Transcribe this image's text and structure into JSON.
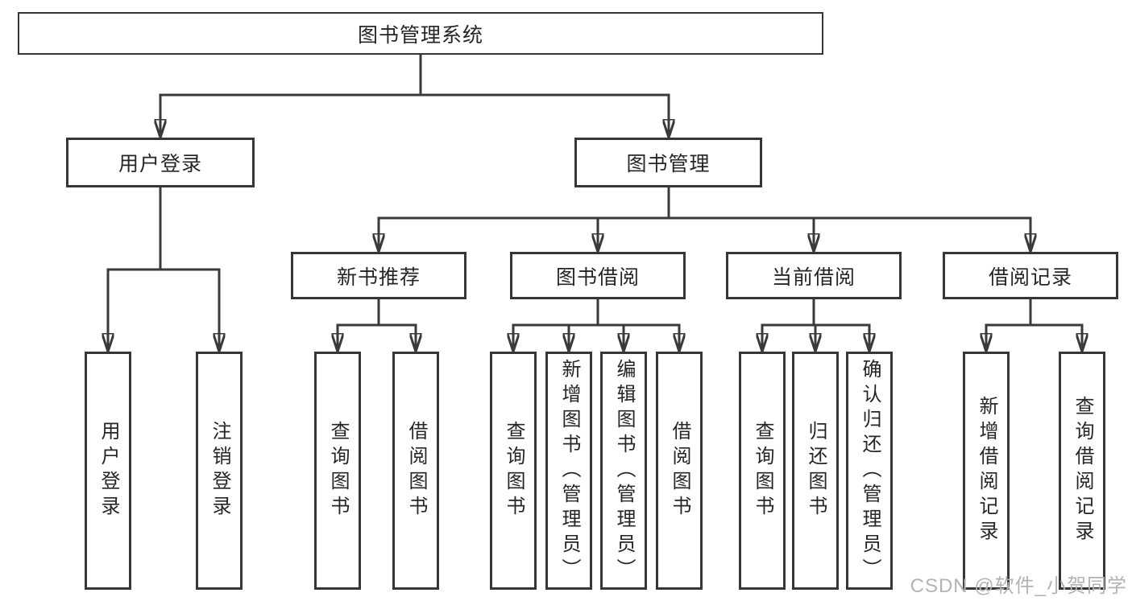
{
  "tree": {
    "label": "图书管理系统",
    "children": [
      {
        "label": "用户登录",
        "children": [
          {
            "label": "用户登录"
          },
          {
            "label": "注销登录"
          }
        ]
      },
      {
        "label": "图书管理",
        "children": [
          {
            "label": "新书推荐",
            "children": [
              {
                "label": "查询图书"
              },
              {
                "label": "借阅图书"
              }
            ]
          },
          {
            "label": "图书借阅",
            "children": [
              {
                "label": "查询图书"
              },
              {
                "label": "新增图书（管理员）"
              },
              {
                "label": "编辑图书（管理员）"
              },
              {
                "label": "借阅图书"
              }
            ]
          },
          {
            "label": "当前借阅",
            "children": [
              {
                "label": "查询图书"
              },
              {
                "label": "归还图书"
              },
              {
                "label": "确认归还（管理员）"
              }
            ]
          },
          {
            "label": "借阅记录",
            "children": [
              {
                "label": "新增借阅记录"
              },
              {
                "label": "查询借阅记录"
              }
            ]
          }
        ]
      }
    ]
  },
  "watermark": "CSDN @软件_小贺同学",
  "colors": {
    "ink": "#3a3a3a",
    "watermark_gray": "#b3b3b3",
    "background": "#ffffff"
  }
}
